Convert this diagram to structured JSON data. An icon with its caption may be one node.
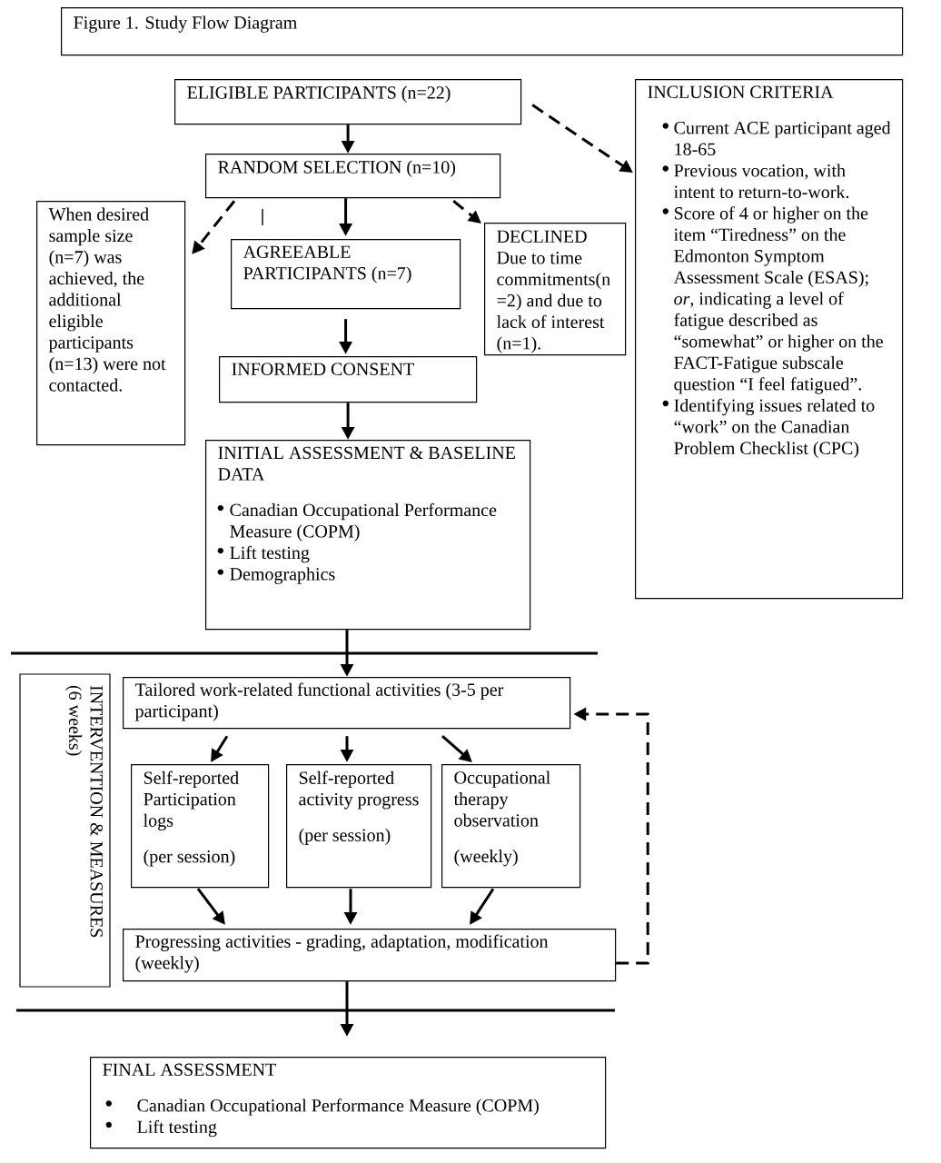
{
  "diagram": {
    "nodes": [
      {
        "text": [
          "Figure 1. Study Flow Diagram"
        ]
      },
      {
        "text": [
          "ELIGIBLE PARTICIPANTS (n=22)"
        ]
      },
      {
        "text": [
          "INCLUSION CRITERIA",
          "Current ACE participant aged 18-65",
          "Previous vocation, with intent to return-to-work.",
          "Score of 4 or higher on the item “Tiredness” on the Edmonton Symptom Assessment Scale (ESAS); *or*, indicating a level of fatigue described as “somewhat” or higher on the FACT-Fatigue subscale question “I feel fatigued”.",
          "Identifying issues related to “work” on the Canadian Problem Checklist (CPC)"
        ]
      },
      {
        "text": [
          "RANDOM SELECTION (n=10)"
        ]
      },
      {
        "text": [
          "When desired sample size (n=7) was achieved, the additional eligible participants (n=13) were not contacted."
        ]
      },
      {
        "text": [
          "AGREEABLE PARTICIPANTS (n=7)"
        ]
      },
      {
        "text": [
          "DECLINED",
          "Due to time commitments(n =2) and due to lack of interest (n=1)."
        ]
      },
      {
        "text": [
          "INFORMED CONSENT"
        ]
      },
      {
        "text": [
          "INITIAL ASSESSMENT & BASELINE DATA",
          "Canadian Occupational Performance Measure (COPM)",
          "Lift testing",
          "Demographics"
        ]
      },
      {
        "text": [
          "INTERVENTION & MEASURES",
          "(6 weeks)"
        ]
      },
      {
        "text": [
          "Tailored work-related functional activities (3-5 per participant)"
        ]
      },
      {
        "text": [
          "Self-reported Participation logs",
          "(per session)"
        ]
      },
      {
        "text": [
          "Self-reported activity progress",
          "(per session)"
        ]
      },
      {
        "text": [
          "Occupational therapy observation",
          "(weekly)"
        ]
      },
      {
        "text": [
          "Progressing activities - grading, adaptation, modification (weekly)"
        ]
      },
      {
        "text": [
          "FINAL ASSESSMENT",
          "Canadian Occupational Performance Measure (COPM)",
          "Lift testing"
        ]
      }
    ],
    "edges": [
      {
        "from": 1,
        "to": 3,
        "arrow": "to"
      },
      {
        "from": 1,
        "to": 2,
        "arrow": "to",
        "style": "dashed"
      },
      {
        "from": 3,
        "to": 4,
        "arrow": "to",
        "style": "dashed"
      },
      {
        "from": 3,
        "to": 5,
        "arrow": "to"
      },
      {
        "from": 3,
        "to": 6,
        "arrow": "to",
        "style": "dashed"
      },
      {
        "from": 5,
        "to": 7,
        "arrow": "to"
      },
      {
        "from": 7,
        "to": 8,
        "arrow": "to"
      },
      {
        "from": 8,
        "to": 10,
        "arrow": "to"
      },
      {
        "from": 10,
        "to": 11,
        "arrow": "to"
      },
      {
        "from": 10,
        "to": 12,
        "arrow": "to"
      },
      {
        "from": 10,
        "to": 13,
        "arrow": "to"
      },
      {
        "from": 11,
        "to": 14,
        "arrow": "to"
      },
      {
        "from": 12,
        "to": 14,
        "arrow": "to"
      },
      {
        "from": 13,
        "to": 14,
        "arrow": "to"
      },
      {
        "from": 14,
        "to": 10,
        "arrow": "to",
        "style": "dashed"
      },
      {
        "from": 14,
        "to": 15,
        "arrow": "to"
      }
    ]
  }
}
